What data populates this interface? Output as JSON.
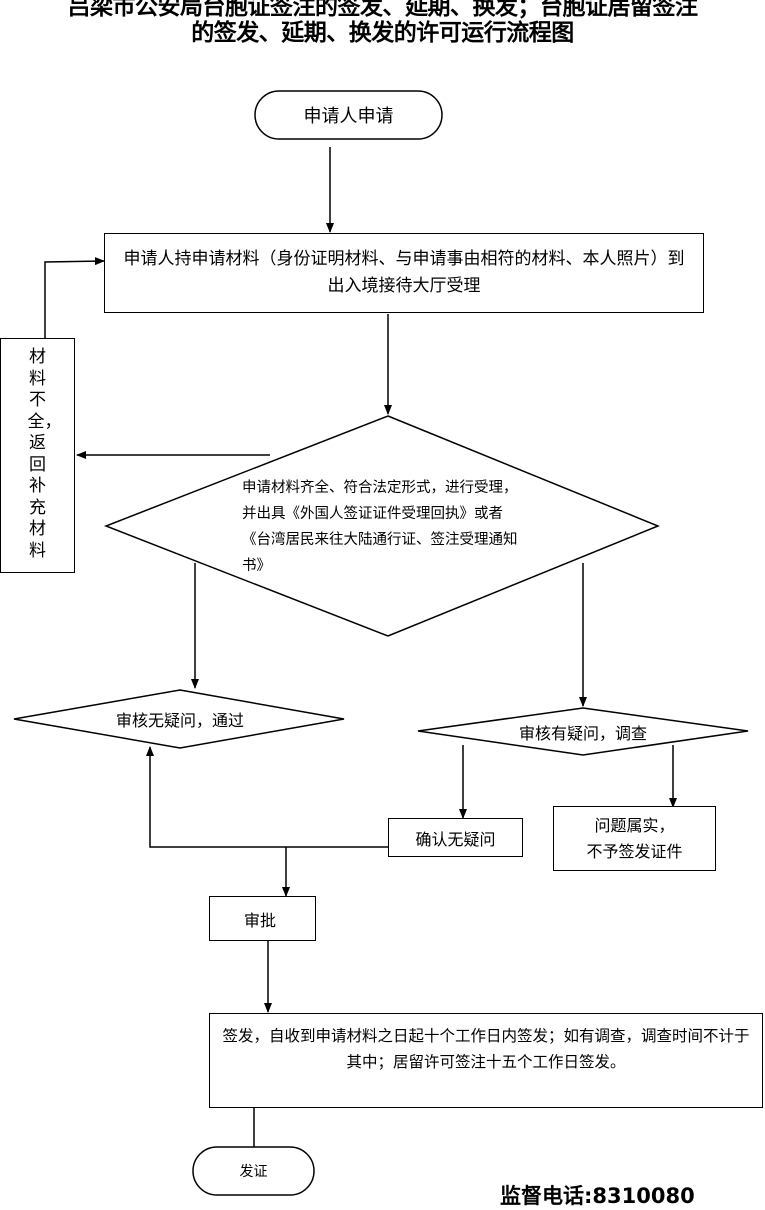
{
  "title": {
    "line1": "吕梁市公安局台胞证签注的签发、延期、换发；台胞证居留签注",
    "line2": "的签发、延期、换发的许可运行流程图"
  },
  "nodes": {
    "start": "申请人申请",
    "submit": "申请人持申请材料（身份证明材料、与申请事由相符的材料、本人照片）到出入境接待大厅受理",
    "incomplete": "材料不全，返回补充材料",
    "accept": "申请材料齐全、符合法定形式，进行受理，并出具《外国人签证证件受理回执》或者《台湾居民来往大陆通行证、签注受理通知书》",
    "pass": "审核无疑问，通过",
    "investigate": "审核有疑问，调查",
    "confirm": "确认无疑问",
    "reject_line1": "问题属实，",
    "reject_line2": "不予签发证件",
    "approve": "审批",
    "issue": "签发，自收到申请材料之日起十个工作日内签发；如有调查，调查时间不计于其中；居留许可签注十五个工作日签发。",
    "end": "发证"
  },
  "hotline": "监督电话:8310080"
}
